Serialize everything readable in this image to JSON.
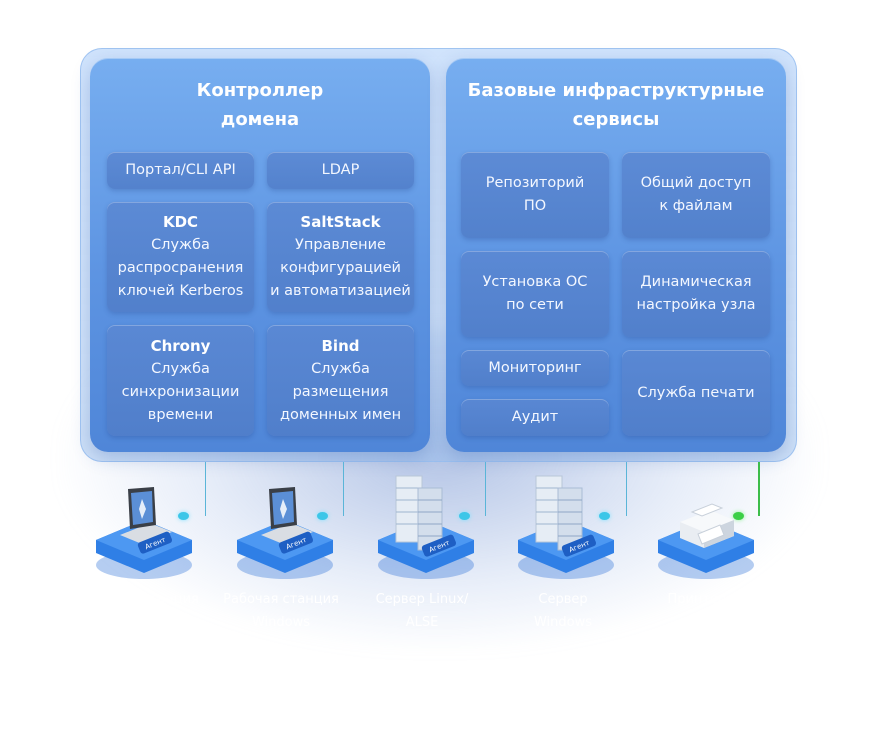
{
  "left_panel": {
    "title": "Контроллер\nдомена",
    "items": [
      {
        "text": "Портал/CLI API"
      },
      {
        "text": "LDAP"
      },
      {
        "title": "KDC",
        "text": "Служба\nраспросранения\nключей Kerberos"
      },
      {
        "title": "SaltStack",
        "text": "Управление\nконфигурацией\nи автоматизацией"
      },
      {
        "title": "Chrony",
        "text": "Служба\nсинхронизации\nвремени"
      },
      {
        "title": "Bind",
        "text": "Служба\nразмещения\nдоменных имен"
      }
    ]
  },
  "right_panel": {
    "title": "Базовые инфраструктурные\nсервисы",
    "items": [
      {
        "text": "Репозиторий\nПО"
      },
      {
        "text": "Общий доступ\nк файлам"
      },
      {
        "text": "Установка ОС\nпо сети"
      },
      {
        "text": "Динамическая\nнастройка узла"
      },
      {
        "text": "Мониторинг"
      },
      {
        "text": "Служба печати"
      },
      {
        "text": "Аудит"
      }
    ]
  },
  "devices": [
    {
      "type": "laptop",
      "badge": "Агент",
      "label": "Рабочая станция\nLinux/ALSE"
    },
    {
      "type": "laptop",
      "badge": "Агент",
      "label": "Рабочая станция\nWindows"
    },
    {
      "type": "server",
      "badge": "Агент",
      "label": "Сервер Linux/\nALSE"
    },
    {
      "type": "server",
      "badge": "Агент",
      "label": "Сервер\nWindows"
    },
    {
      "type": "printer",
      "badge": "",
      "label": "Принтеры\nи МФУ"
    }
  ],
  "colors": {
    "panel": "#5d94e2",
    "connector": "#5ab5d8",
    "printer_connector": "#3dbd4a",
    "device_base": "#2f7fe6"
  }
}
